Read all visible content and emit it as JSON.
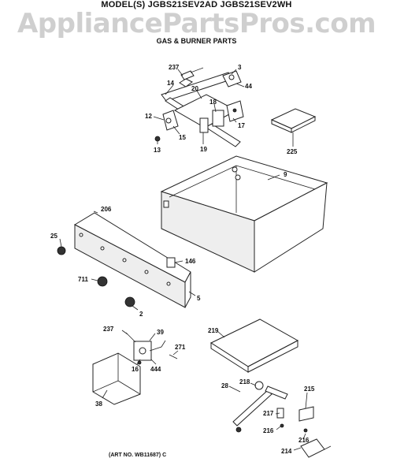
{
  "header": {
    "model_line": "MODEL(S) JGBS21SEV2AD  JGBS21SEV2WH",
    "watermark": "AppliancePartsPros.com",
    "section_title": "GAS & BURNER PARTS",
    "art_no": "(ART NO. WB11687) C"
  },
  "labels": {
    "p237a": "237",
    "p3": "3",
    "p14": "14",
    "p20": "20",
    "p44": "44",
    "p18": "18",
    "p12": "12",
    "p17": "17",
    "p15": "15",
    "p13": "13",
    "p19": "19",
    "p225": "225",
    "p9": "9",
    "p206": "206",
    "p25": "25",
    "p146": "146",
    "p711": "711",
    "p5": "5",
    "p2": "2",
    "p237b": "237",
    "p39": "39",
    "p271": "271",
    "p16": "16",
    "p444": "444",
    "p219": "219",
    "p38": "38",
    "p28": "28",
    "p218": "218",
    "p215": "215",
    "p217": "217",
    "p216a": "216",
    "p216b": "216",
    "p214": "214"
  }
}
